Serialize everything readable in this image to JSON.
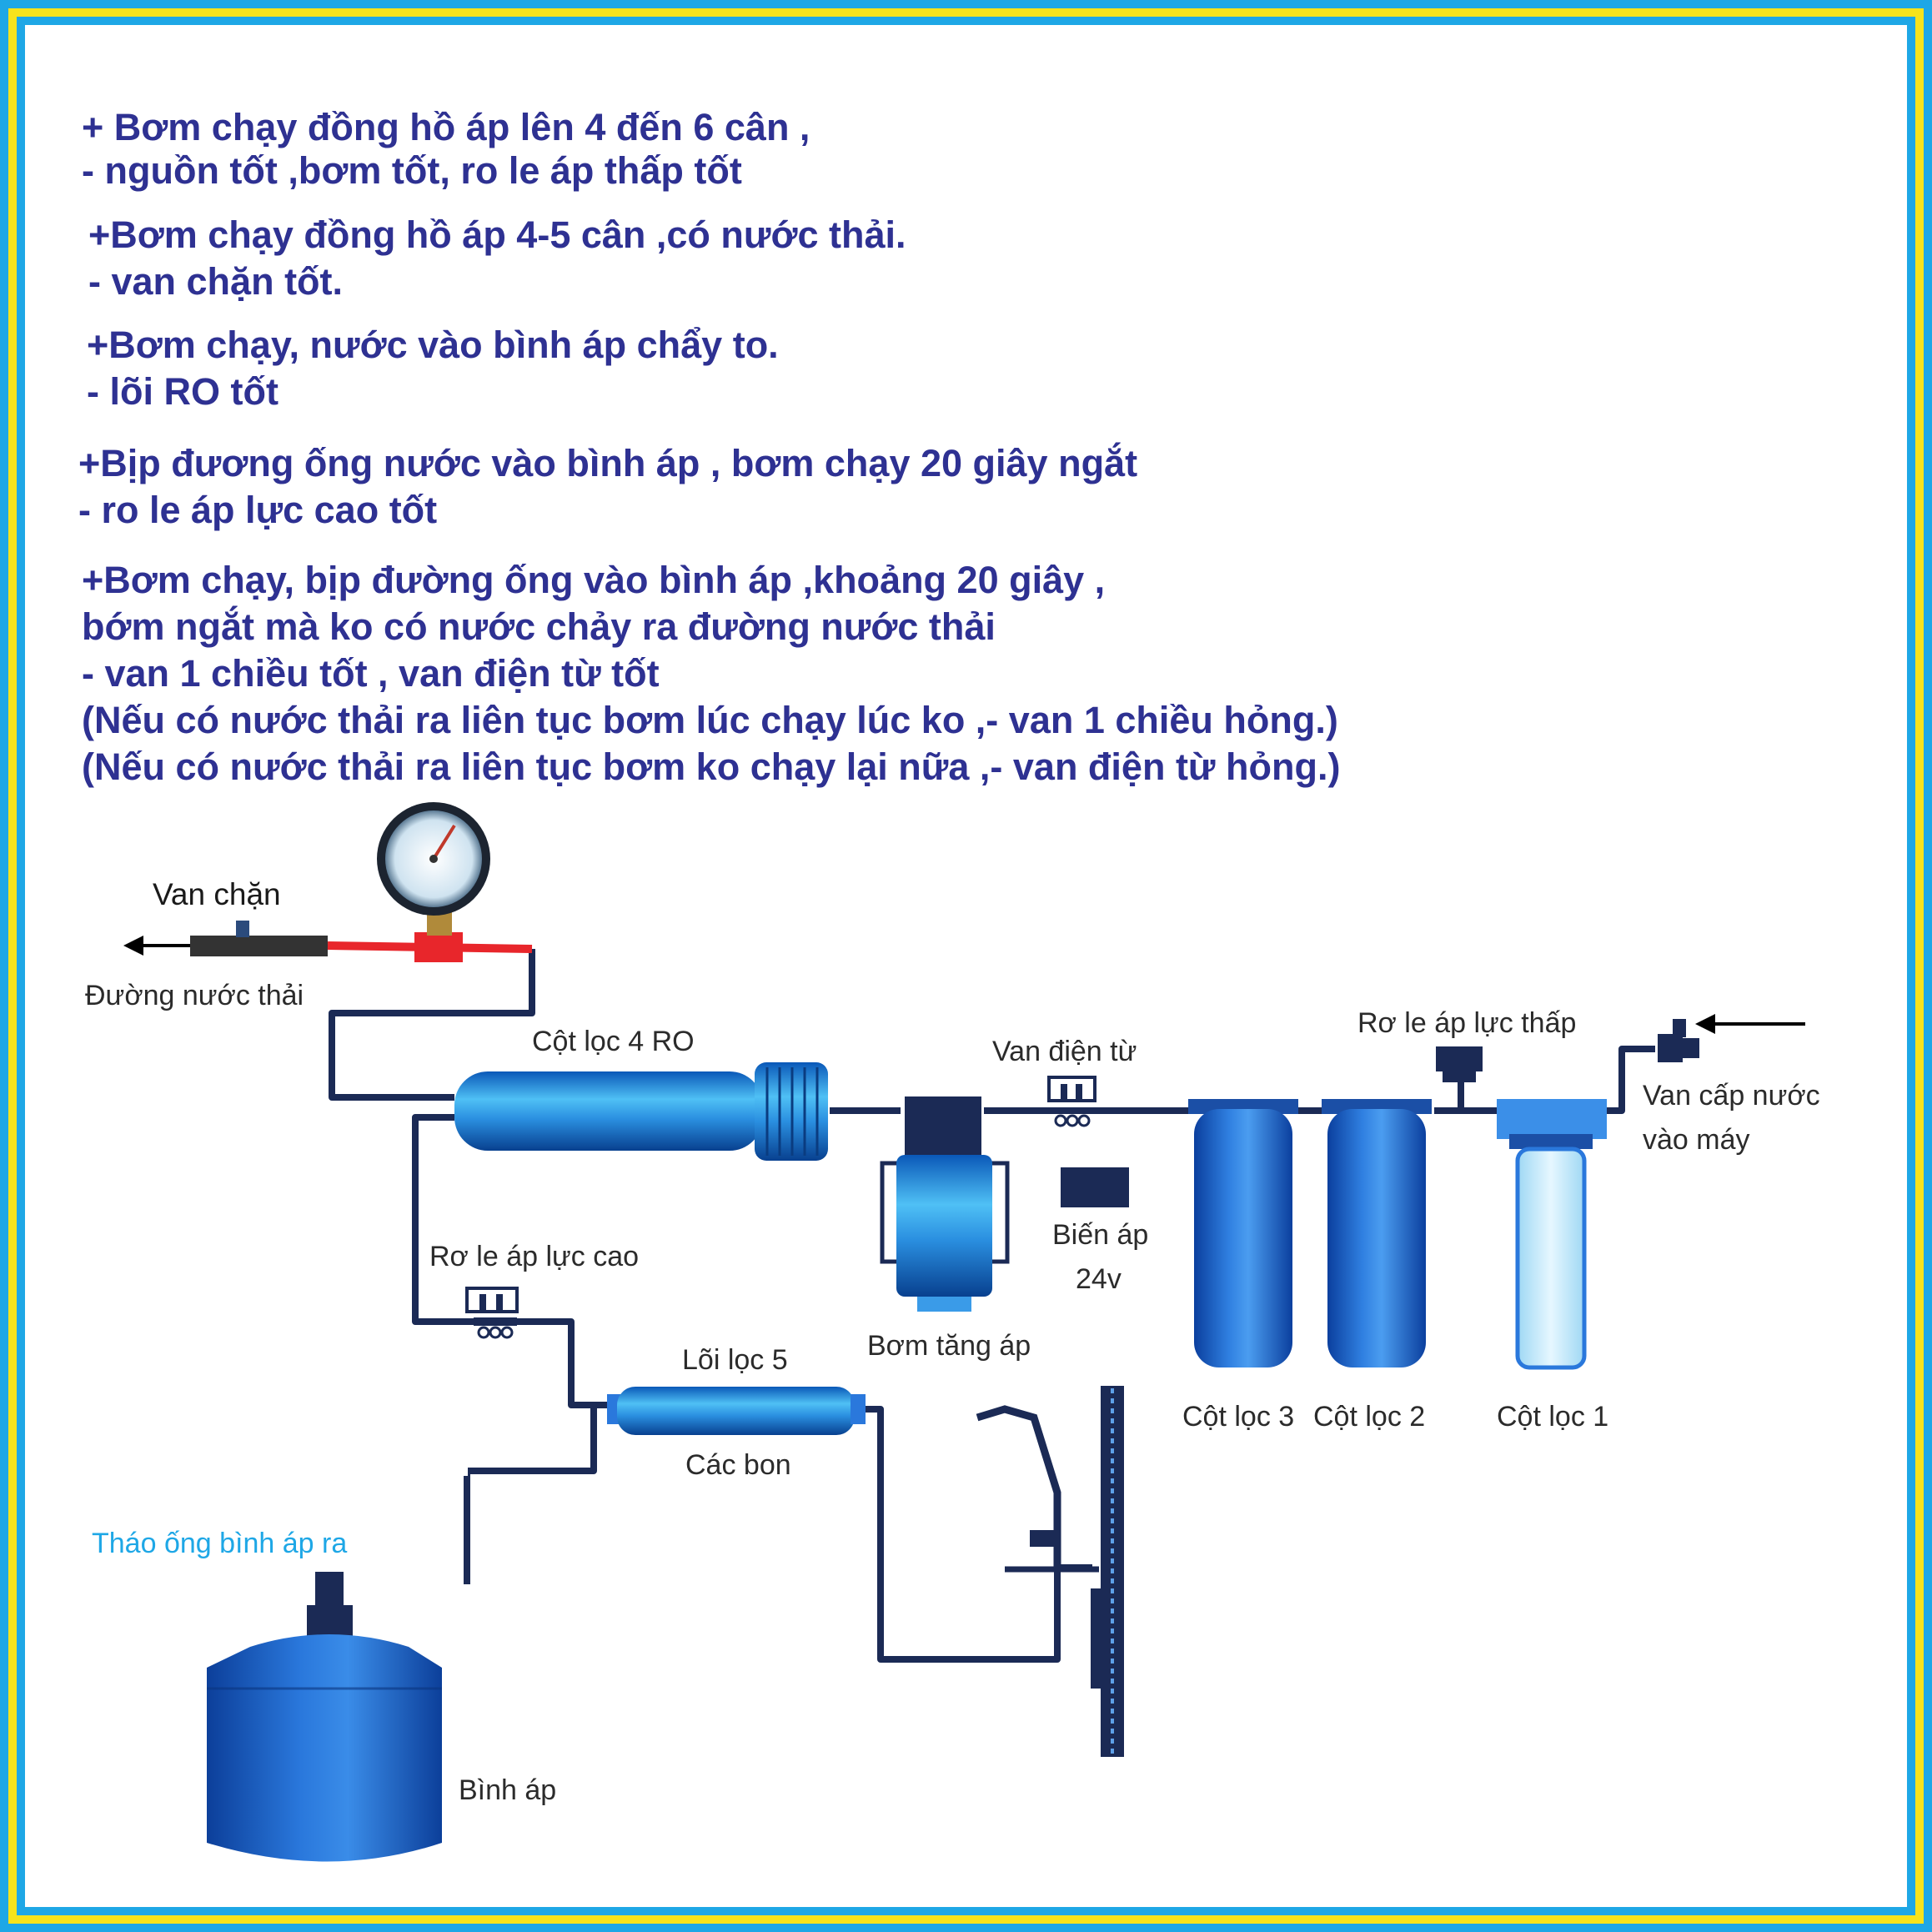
{
  "colors": {
    "frame_blue": "#1ea7e6",
    "frame_yellow": "#f7e31c",
    "text_navy": "#2e3192",
    "pipe": "#1b2a55",
    "red_pipe": "#e8262b",
    "cyan_label": "#1ea7e6"
  },
  "notes": [
    {
      "lines": [
        "+ Bơm chạy đồng hồ áp lên 4 đến 6 cân ,",
        "- nguồn tốt ,bơm tốt, ro le áp thấp tốt"
      ]
    },
    {
      "lines": [
        "+Bơm chạy đồng hồ áp 4-5 cân ,có nước thải.",
        "- van chặn tốt."
      ]
    },
    {
      "lines": [
        "+Bơm chạy, nước vào bình áp chẩy to.",
        "- lõi RO tốt"
      ]
    },
    {
      "lines": [
        "+Bịp đương ống nước vào bình áp , bơm chạy 20 giây ngắt",
        "- ro le áp lực cao tốt"
      ]
    },
    {
      "lines": [
        "+Bơm chạy,  bịp đường ống vào bình áp ,khoảng 20 giây ,",
        "bớm ngắt mà ko có nước chảy ra đường nước thải",
        "- van 1 chiều tốt , van điện từ tốt",
        "(Nếu có nước thải ra liên tục bơm lúc chạy lúc ko ,- van 1 chiều hỏng.)",
        "(Nếu có nước thải ra liên tục bơm ko chạy lại nữa ,- van điện từ hỏng.)"
      ]
    }
  ],
  "diagram": {
    "van_chan": "Van  chặn",
    "duong_nuoc_thai": "Đường nước thải",
    "cot_loc_4": "Cột lọc 4 RO",
    "van_dien_tu": "Van điện từ",
    "ro_le_ap_thap": "Rơ le áp lực thấp",
    "van_cap_nuoc_1": "Van cấp nước",
    "van_cap_nuoc_2": "vào máy",
    "bien_ap_1": "Biến áp",
    "bien_ap_2": "24v",
    "ro_le_ap_cao": "Rơ le áp lực cao",
    "bom_tang_ap": "Bơm tăng áp",
    "loi_loc_5": "Lõi lọc 5",
    "cac_bon": "Các bon",
    "cot_loc_3": "Cột lọc 3",
    "cot_loc_2": "Cột lọc 2",
    "cot_loc_1": "Cột lọc 1",
    "thao_ong": "Tháo ống bình áp ra",
    "binh_ap": "Bình áp"
  }
}
